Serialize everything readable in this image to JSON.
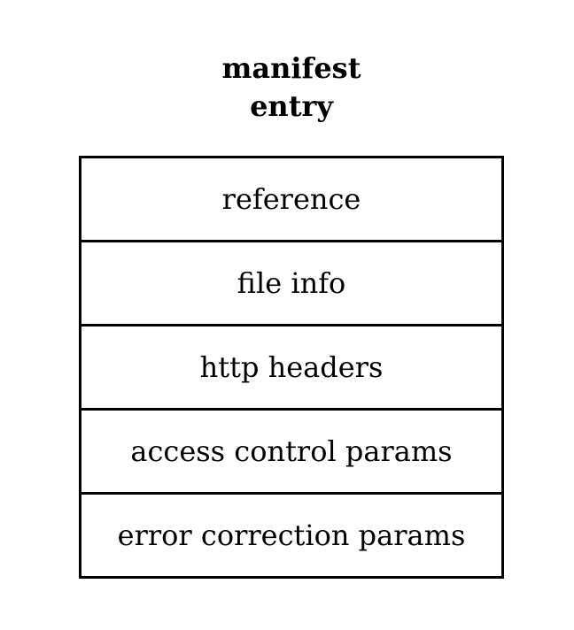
{
  "title": {
    "line1": "manifest",
    "line2": "entry"
  },
  "fields": [
    "reference",
    "file info",
    "http headers",
    "access control params",
    "error correction params"
  ]
}
